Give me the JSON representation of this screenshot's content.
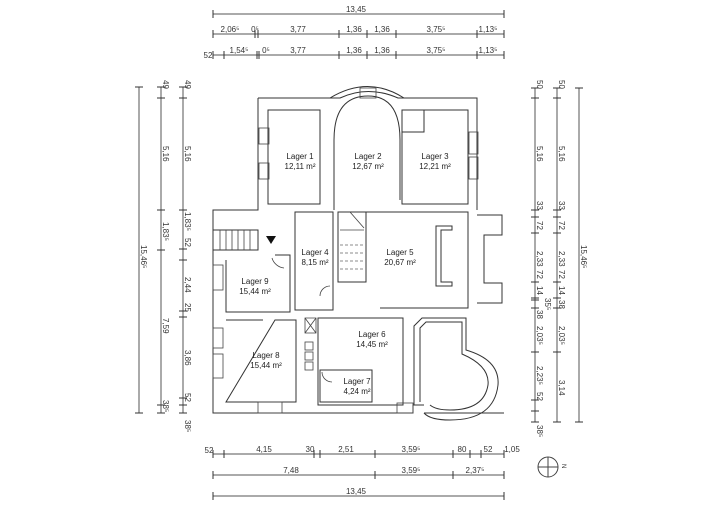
{
  "title": "Kellergeschoss Grundriss",
  "rooms": [
    {
      "name": "Lager 1",
      "area": "12,11 m²"
    },
    {
      "name": "Lager 2",
      "area": "12,67 m²"
    },
    {
      "name": "Lager 3",
      "area": "12,21 m²"
    },
    {
      "name": "Lager 4",
      "area": "8,15 m²"
    },
    {
      "name": "Lager 5",
      "area": "20,67 m²"
    },
    {
      "name": "Lager 6",
      "area": "14,45 m²"
    },
    {
      "name": "Lager 7",
      "area": "4,24 m²"
    },
    {
      "name": "Lager 8",
      "area": "15,44 m²"
    },
    {
      "name": "Lager 9",
      "area": "15,44 m²"
    }
  ],
  "dimensions": {
    "top": {
      "overall": "13,45",
      "row1": [
        "2,06⁵",
        "0⁵",
        "3,77",
        "1,36",
        "1,36",
        "3,75⁵",
        "1,13⁵"
      ],
      "row2": [
        "52",
        "1,54⁵",
        "0⁵",
        "3,77",
        "1,36",
        "1,36",
        "3,75⁵",
        "1,13⁵"
      ]
    },
    "bottom": {
      "row1": [
        "52",
        "4,15",
        "30",
        "2,51",
        "3,59⁵",
        "80",
        "52",
        "1,05"
      ],
      "row2": [
        "7,48",
        "3,59⁵",
        "2,37⁵"
      ],
      "overall": "13,45"
    },
    "left": {
      "overall": "15,46⁵",
      "row1": [
        "49",
        "5,16",
        "1,83⁵",
        "7,59",
        "38⁵"
      ],
      "row2": [
        "49",
        "5,16",
        "1,83⁵",
        "52",
        "2,44",
        "25",
        "3,86",
        "52",
        "38⁵"
      ]
    },
    "right": {
      "overall": "15,46⁵",
      "row1": [
        "50",
        "5,16",
        "33",
        "72",
        "2,33",
        "72",
        "14",
        "35⁵",
        "38",
        "2,03⁵",
        "2,23⁵",
        "52",
        "38⁵"
      ],
      "row2": [
        "50",
        "5,16",
        "33",
        "72",
        "2,33",
        "72",
        "14",
        "38",
        "2,03⁵",
        "3,14"
      ]
    }
  },
  "compass": {
    "label": "N"
  }
}
